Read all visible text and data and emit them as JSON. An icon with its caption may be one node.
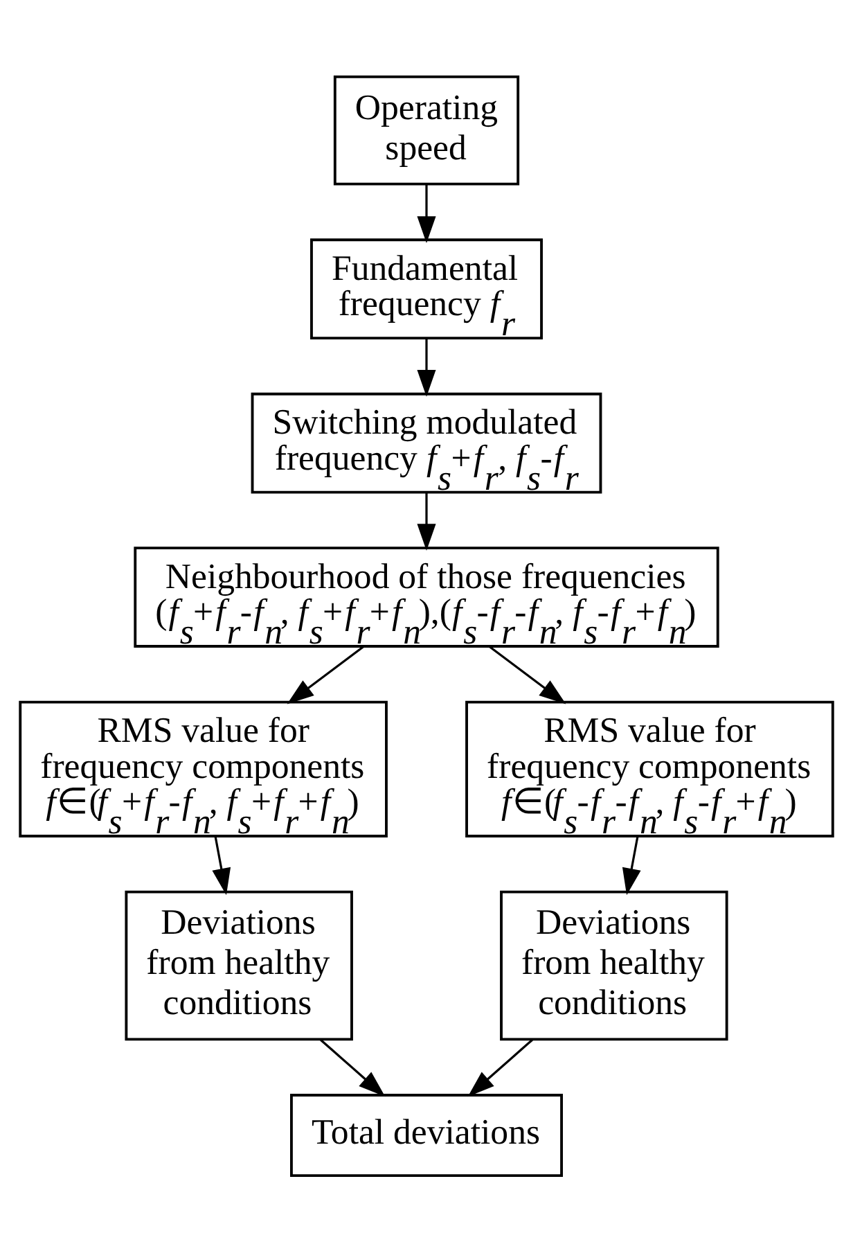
{
  "diagram": {
    "nodes": [
      {
        "text": [
          "Operating speed"
        ]
      },
      {
        "text": [
          "Fundamental frequency *f*$_{r}$"
        ]
      },
      {
        "text": [
          "Switching modulated frequency *f*$_{s}$+*f*$_{r}$, *f*$_{s}$-*f*$_{r}$"
        ]
      },
      {
        "text": [
          "Neighbourhood of those frequencies (*f*$_{s}$+*f*$_{r}$-*f*$_{n}$, *f*$_{s}$+*f*$_{r}$+*f*$_{n}$),(*f*$_{s}$-*f*$_{r}$-*f*$_{n}$, *f*$_{s}$-*f*$_{r}$+*f*$_{n}$)"
        ]
      },
      {
        "text": [
          "RMS value for frequency components *f*∈(*f*$_{s}$+*f*$_{r}$-*f*$_{n}$, *f*$_{s}$+*f*$_{r}$+*f*$_{n}$)"
        ]
      },
      {
        "text": [
          "RMS value for frequency components *f*∈(*f*$_{s}$-*f*$_{r}$-*f*$_{n}$, *f*$_{s}$-*f*$_{r}$+*f*$_{n}$)"
        ]
      },
      {
        "text": [
          "Deviations from healthy conditions"
        ]
      },
      {
        "text": [
          "Deviations from healthy conditions"
        ]
      },
      {
        "text": [
          "Total deviations"
        ]
      }
    ],
    "edges": [
      {
        "from": 0,
        "to": 1,
        "arrow": "to"
      },
      {
        "from": 1,
        "to": 2,
        "arrow": "to"
      },
      {
        "from": 2,
        "to": 3,
        "arrow": "to"
      },
      {
        "from": 3,
        "to": 4,
        "arrow": "to"
      },
      {
        "from": 3,
        "to": 5,
        "arrow": "to"
      },
      {
        "from": 4,
        "to": 6,
        "arrow": "to"
      },
      {
        "from": 5,
        "to": 7,
        "arrow": "to"
      },
      {
        "from": 6,
        "to": 8,
        "arrow": "to"
      },
      {
        "from": 7,
        "to": 8,
        "arrow": "to"
      }
    ]
  }
}
